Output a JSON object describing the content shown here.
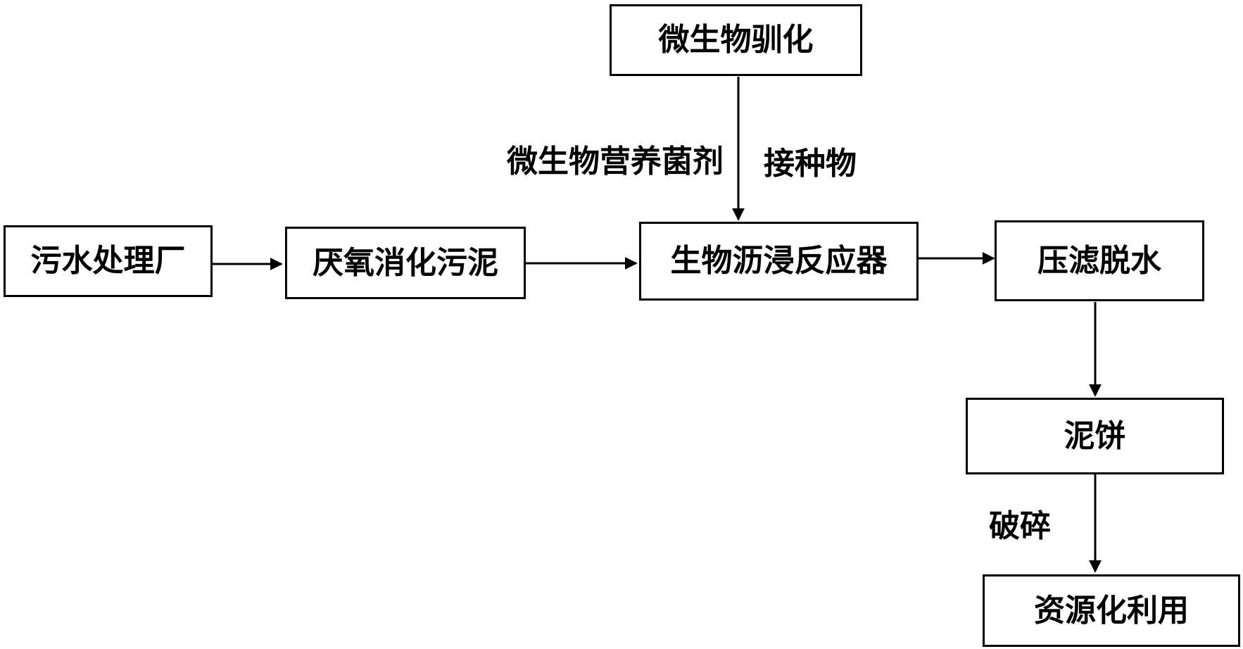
{
  "diagram": {
    "nodes": {
      "microbe_acclimation": "微生物驯化",
      "wastewater_plant": "污水处理厂",
      "anaerobic_sludge": "厌氧消化污泥",
      "bioleaching_reactor": "生物沥浸反应器",
      "press_dewatering": "压滤脱水",
      "sludge_cake": "泥饼",
      "resource_utilization": "资源化利用"
    },
    "labels": {
      "nutrient_agent": "微生物营养菌剂",
      "inoculum": "接种物",
      "crushing": "破碎"
    },
    "edges": [
      {
        "from": "wastewater_plant",
        "to": "anaerobic_sludge"
      },
      {
        "from": "anaerobic_sludge",
        "to": "bioleaching_reactor"
      },
      {
        "from": "microbe_acclimation",
        "to": "bioleaching_reactor"
      },
      {
        "from": "bioleaching_reactor",
        "to": "press_dewatering"
      },
      {
        "from": "press_dewatering",
        "to": "sludge_cake"
      },
      {
        "from": "sludge_cake",
        "to": "resource_utilization"
      }
    ]
  }
}
